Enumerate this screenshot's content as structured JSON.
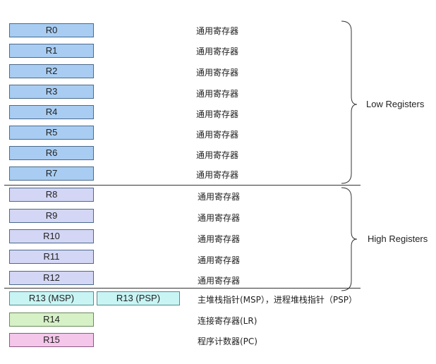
{
  "low_registers": {
    "group_label": "Low Registers",
    "items": [
      {
        "name": "R0",
        "desc": "通用寄存器"
      },
      {
        "name": "R1",
        "desc": "通用寄存器"
      },
      {
        "name": "R2",
        "desc": "通用寄存器"
      },
      {
        "name": "R3",
        "desc": "通用寄存器"
      },
      {
        "name": "R4",
        "desc": "通用寄存器"
      },
      {
        "name": "R5",
        "desc": "通用寄存器"
      },
      {
        "name": "R6",
        "desc": "通用寄存器"
      },
      {
        "name": "R7",
        "desc": "通用寄存器"
      }
    ]
  },
  "high_registers": {
    "group_label": "High Registers",
    "items": [
      {
        "name": "R8",
        "desc": "通用寄存器"
      },
      {
        "name": "R9",
        "desc": "通用寄存器"
      },
      {
        "name": "R10",
        "desc": "通用寄存器"
      },
      {
        "name": "R11",
        "desc": "通用寄存器"
      },
      {
        "name": "R12",
        "desc": "通用寄存器"
      }
    ]
  },
  "special_registers": {
    "r13_msp": "R13 (MSP)",
    "r13_psp": "R13 (PSP)",
    "r13_desc": "主堆栈指针(MSP），进程堆栈指针（PSP）",
    "r14": "R14",
    "r14_desc": "连接寄存器(LR)",
    "r15": "R15",
    "r15_desc": "程序计数器(PC)"
  },
  "colors": {
    "low": "#a9cdf2",
    "high": "#d3d6f4",
    "sp": "#c8f4f4",
    "lr": "#d6f1c6",
    "pc": "#f4c6ea"
  }
}
